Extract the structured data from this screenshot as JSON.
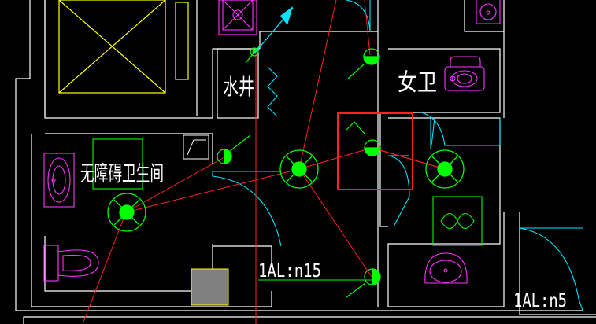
{
  "drawing": {
    "background": "#000000",
    "colors": {
      "wall": "#ffffff",
      "door": "#00e5ff",
      "wire": "#ff2020",
      "fixture": "#ff33ff",
      "lamp": "#00ff00",
      "column": "#ffff00",
      "highlight": "#ff2020",
      "leader": "#00ff00",
      "filled_block": "#808080"
    },
    "labels": {
      "accessible_wc": "无障碍卫生间",
      "mop_room": "水井",
      "womens_wc": "女卫",
      "circuit_1": "1AL:n15",
      "circuit_2": "1AL:n5"
    },
    "symbols": {
      "ceiling_lamp": "ceiling-lamp-icon",
      "wall_lamp": "wall-lamp-icon",
      "switch": "switch-icon",
      "exhaust_fan": "exhaust-fan-icon",
      "wash_basin": "wash-basin-icon",
      "squat_toilet": "squat-toilet-icon",
      "urinal": "urinal-icon",
      "floor_drain": "floor-drain-icon",
      "north_arrow": "direction-arrow-icon"
    }
  }
}
